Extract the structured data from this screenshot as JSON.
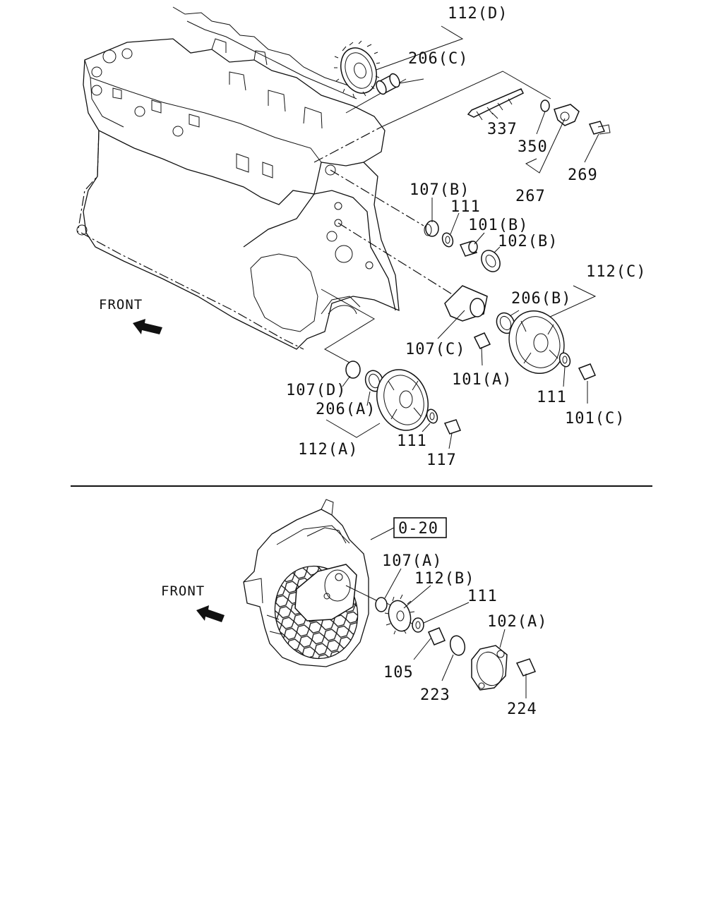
{
  "labels": {
    "l112D": "112(D)",
    "l206C": "206(C)",
    "l337": "337",
    "l350": "350",
    "l269": "269",
    "l267": "267",
    "l107B": "107(B)",
    "l111a": "111",
    "l101B": "101(B)",
    "l102B": "102(B)",
    "l112C": "112(C)",
    "l206B": "206(B)",
    "l107C": "107(C)",
    "l101A": "101(A)",
    "l111b": "111",
    "l101C": "101(C)",
    "l107D": "107(D)",
    "l206A": "206(A)",
    "l112A": "112(A)",
    "l111c": "111",
    "l117": "117",
    "front1": "FRONT",
    "front2": "FRONT",
    "ref": "0-20",
    "l107A": "107(A)",
    "l112B": "112(B)",
    "l111d": "111",
    "l102A": "102(A)",
    "l105": "105",
    "l223": "223",
    "l224": "224"
  },
  "icons": {
    "front_arrow": "arrow-left-icon"
  }
}
